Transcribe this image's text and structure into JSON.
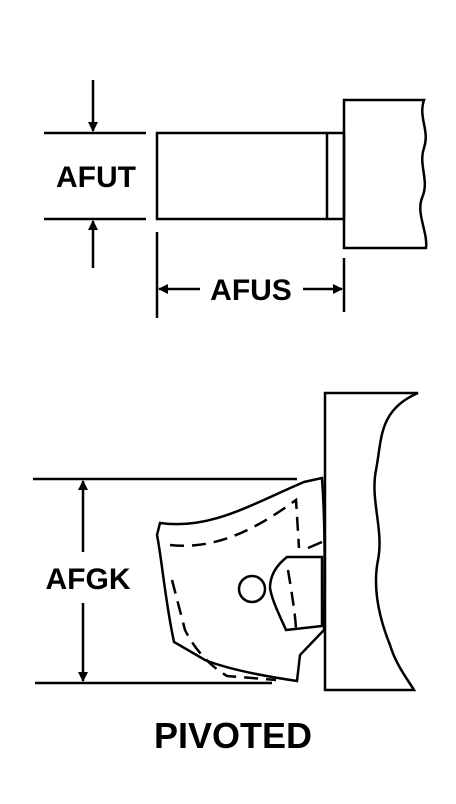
{
  "labels": {
    "top_height": "AFUT",
    "top_length": "AFUS",
    "bottom_height": "AFGK",
    "caption": "PIVOTED"
  },
  "colors": {
    "ink": "#000000",
    "paper": "#ffffff"
  }
}
